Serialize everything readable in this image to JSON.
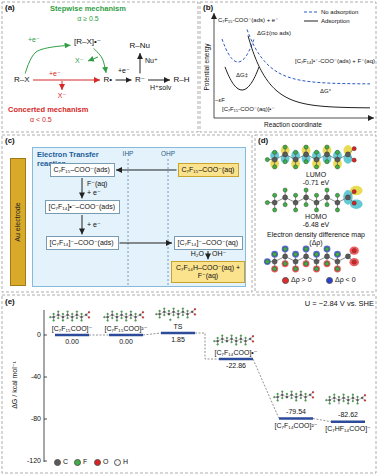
{
  "diagram": {
    "nodes": [
      {
        "text": [
          "R–X"
        ]
      },
      {
        "text": [
          "[R–X]•⁻"
        ]
      },
      {
        "text": [
          "R•"
        ]
      },
      {
        "text": [
          "R⁻"
        ]
      },
      {
        "text": [
          "R–Nu"
        ]
      },
      {
        "text": [
          "R–H"
        ]
      },
      {
        "text": [
          "Au electrode"
        ]
      },
      {
        "text": [
          "Electron Transfer reaction"
        ]
      },
      {
        "text": [
          "C₇F₁₅–COO⁻(ads)"
        ],
        "in": 7
      },
      {
        "text": [
          "C₇F₁₅–COO⁻(aq)"
        ],
        "in": 7
      },
      {
        "text": [
          "[C₇F₁₄]•⁻–COO⁻(ads)"
        ],
        "in": 7
      },
      {
        "text": [
          "[C₇F₁₄]⁻–COO⁻(ads)"
        ],
        "in": 7
      },
      {
        "text": [
          "[C₇F₁₄]⁻–COO⁻(aq)"
        ],
        "in": 7
      },
      {
        "text": [
          "C₇F₁₄H–COO⁻(aq) + F⁻(aq)"
        ],
        "in": 7
      }
    ],
    "edges": [
      {
        "from": 0,
        "to": 1,
        "arrow": "to"
      },
      {
        "from": 1,
        "to": 2,
        "arrow": "to"
      },
      {
        "from": 0,
        "to": 2,
        "arrow": "to"
      },
      {
        "from": 2,
        "to": 3,
        "arrow": "to"
      },
      {
        "from": 3,
        "to": 4,
        "arrow": "to"
      },
      {
        "from": 3,
        "to": 5,
        "arrow": "to"
      },
      {
        "from": 9,
        "to": 8,
        "arrow": "to"
      },
      {
        "from": 8,
        "to": 10,
        "arrow": "to"
      },
      {
        "from": 10,
        "to": 11,
        "arrow": "to"
      },
      {
        "from": 11,
        "to": 12,
        "arrow": "to"
      },
      {
        "from": 12,
        "to": 13,
        "arrow": "to"
      }
    ],
    "labels": [
      "(a)",
      "Stepwise mechanism",
      "α ≥ 0.5",
      "+e⁻",
      "X⁻",
      "+e⁻",
      "X⁻",
      "+e⁻",
      "Nu⁺",
      "H⁺solv",
      "Concerted mechanism",
      "α < 0.5",
      "(b)",
      "Potential energy",
      "Reaction coordinate",
      "C₇F₁₅-COO⁻(ads) + e⁻",
      "[C₇F₁₄]•⁻-COO⁻(ads) + F⁻(aq)",
      "[C₇F₁₅-COO⁻(aq)]•⁻",
      "ΔG‡(no ads)",
      "ΔG‡",
      "ΔG°",
      "−εF",
      "(c)",
      "IHP",
      "OHP",
      "F⁻(aq)",
      "+ e⁻",
      "+ e⁻",
      "H₂O",
      "OH⁻",
      "(d)",
      "LUMO",
      "-0.71 eV",
      "HOMO",
      "-6.48 eV",
      "Electron density difference map (Δρ)",
      "(e)",
      "U = −2.84 V vs. SHE",
      "ΔG / kcal mol⁻¹",
      "0",
      "-40",
      "-80",
      "-120",
      "[C₇F₁₅COO]⁻",
      "0.00",
      "[C₇F₁₅COO]²⁻",
      "0.00",
      "TS",
      "1.85",
      "[C₇F₁₄COO]•⁻",
      "-22.86",
      "[C₇F₁₄COO]²⁻",
      "-79.54",
      "[C₇HF₁₄COO]⁻",
      "-82.62"
    ],
    "legend": [
      {
        "text": "No adsorption"
      },
      {
        "text": "Adsorption"
      },
      {
        "text": "Δρ > 0",
        "color": "#e8262b"
      },
      {
        "text": "Δρ < 0",
        "color": "#2a3fd6"
      },
      {
        "text": "C",
        "color": "#5a5a5a"
      },
      {
        "text": "F",
        "color": "#3cb043"
      },
      {
        "text": "O",
        "color": "#e02020"
      },
      {
        "text": "H",
        "color": "#f4f4f4"
      }
    ]
  }
}
